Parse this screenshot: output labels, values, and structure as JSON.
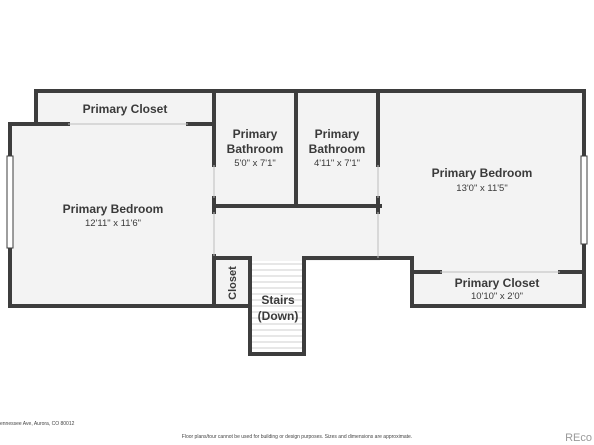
{
  "floorplan": {
    "rooms": {
      "primary_closet_top": {
        "name": "Primary Closet"
      },
      "primary_bedroom_left": {
        "name": "Primary Bedroom",
        "dims": "12'11\" x 11'6\""
      },
      "bath_1": {
        "name_line1": "Primary",
        "name_line2": "Bathroom",
        "dims": "5'0\" x 7'1\""
      },
      "bath_2": {
        "name_line1": "Primary",
        "name_line2": "Bathroom",
        "dims": "4'11\" x 7'1\""
      },
      "primary_bedroom_right": {
        "name": "Primary Bedroom",
        "dims": "13'0\" x 11'5\""
      },
      "primary_closet_bottom": {
        "name": "Primary Closet",
        "dims": "10'10\" x 2'0\""
      },
      "closet": {
        "name": "Closet"
      },
      "stairs": {
        "name_line1": "Stairs",
        "name_line2": "(Down)"
      }
    }
  },
  "footer": {
    "address": "ennessee Ave, Aurora, CO 80012",
    "disclaimer": "Floor plans/tour cannot be used for building or design purposes. Sizes and dimensions are approximate.",
    "brand": "REco"
  },
  "colors": {
    "wall": "#3d3d3d",
    "floor": "#f3f3f3",
    "window": "#ffffff"
  }
}
